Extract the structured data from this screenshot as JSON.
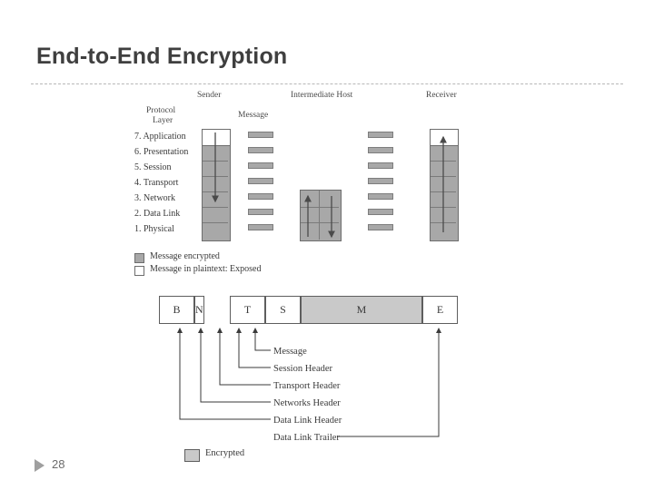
{
  "slide": {
    "title": "End-to-End Encryption",
    "page_number": "28"
  },
  "figure1": {
    "headers": {
      "sender": "Sender",
      "intermediate": "Intermediate Host",
      "receiver": "Receiver",
      "protocol_layer": "Protocol\nLayer",
      "message": "Message"
    },
    "protocol_layer_line1": "Protocol",
    "protocol_layer_line2": "Layer",
    "layers": [
      "7. Application",
      "6. Presentation",
      "5. Session",
      "4. Transport",
      "3. Network",
      "2. Data Link",
      "1. Physical"
    ],
    "legend": [
      "Message encrypted",
      "Message in plaintext: Exposed"
    ]
  },
  "figure2": {
    "fields": [
      "B",
      "N",
      "T",
      "S",
      "M",
      "E"
    ],
    "callouts": [
      "Message",
      "Session Header",
      "Transport Header",
      "Networks Header",
      "Data Link Header",
      "Data Link Trailer"
    ],
    "legend_label": "Encrypted"
  }
}
